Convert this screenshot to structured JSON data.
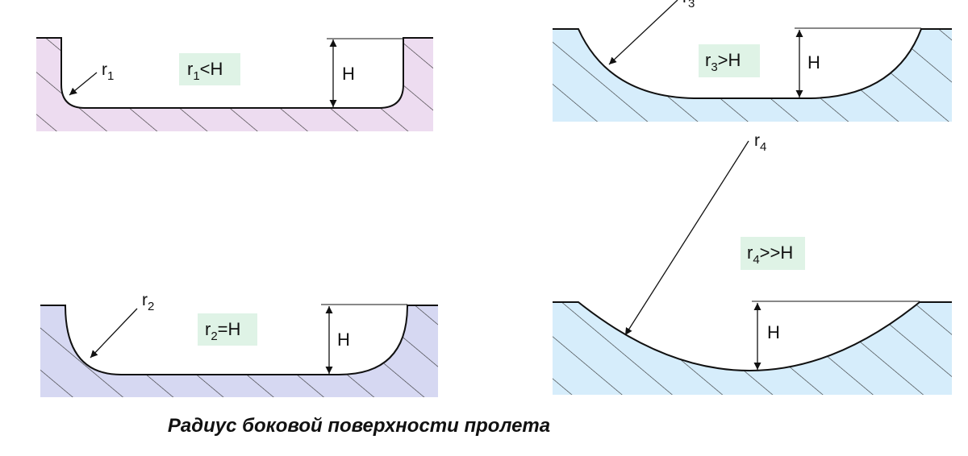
{
  "caption": "Радиус боковой поверхности пролета",
  "colors": {
    "fill_pink": "#eddcf0",
    "fill_lavender": "#d6d8f2",
    "fill_blue": "#d6edfb",
    "label_bg": "#dff3e6",
    "hatch": "#2b2b2b",
    "outline": "#111111"
  },
  "panels": {
    "p1": {
      "radius_label": "r",
      "radius_sub": "1",
      "cond_main": "r",
      "cond_sub": "1",
      "cond_rest": "<H",
      "height_label": "H"
    },
    "p2": {
      "radius_label": "r",
      "radius_sub": "2",
      "cond_main": "r",
      "cond_sub": "2",
      "cond_rest": "=H",
      "height_label": "H"
    },
    "p3": {
      "radius_label": "r",
      "radius_sub": "3",
      "cond_main": "r",
      "cond_sub": "3",
      "cond_rest": ">H",
      "height_label": "H"
    },
    "p4": {
      "radius_label": "r",
      "radius_sub": "4",
      "cond_main": "r",
      "cond_sub": "4",
      "cond_rest": ">>H",
      "height_label": "H"
    }
  }
}
